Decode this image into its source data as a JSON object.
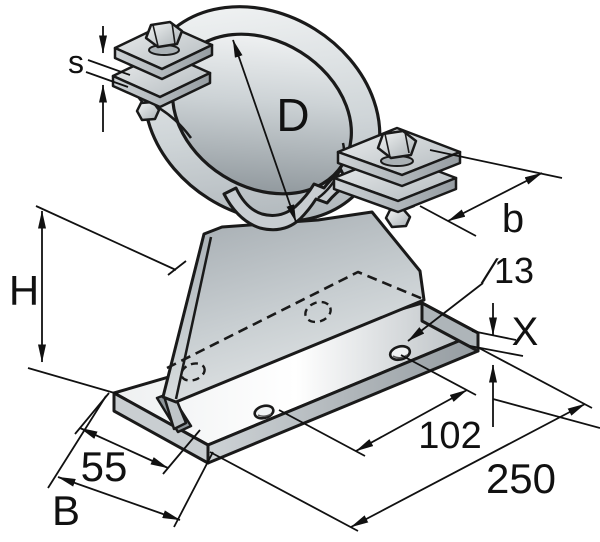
{
  "drawing": {
    "type": "technical-dimension-drawing",
    "subject": "pipe clamp with bolted two-piece ring, gusset web and slotted base plate",
    "dimension_labels": {
      "strap_thickness_s": "s",
      "pipe_diameter_d": "D",
      "strap_width_b": "b",
      "height_h": "H",
      "hole_diameter": "∕13",
      "plate_thickness_x": "X",
      "hole_spacing_102": "102",
      "web_offset_55": "55",
      "plate_length_250": "250",
      "plate_width_b_cap": "B"
    },
    "colors": {
      "background": "#ffffff",
      "outline": "#1a1a1a",
      "metal_light": "#f6f8f8",
      "metal_mid": "#c2c8cc",
      "metal_dark": "#8f979c"
    }
  }
}
